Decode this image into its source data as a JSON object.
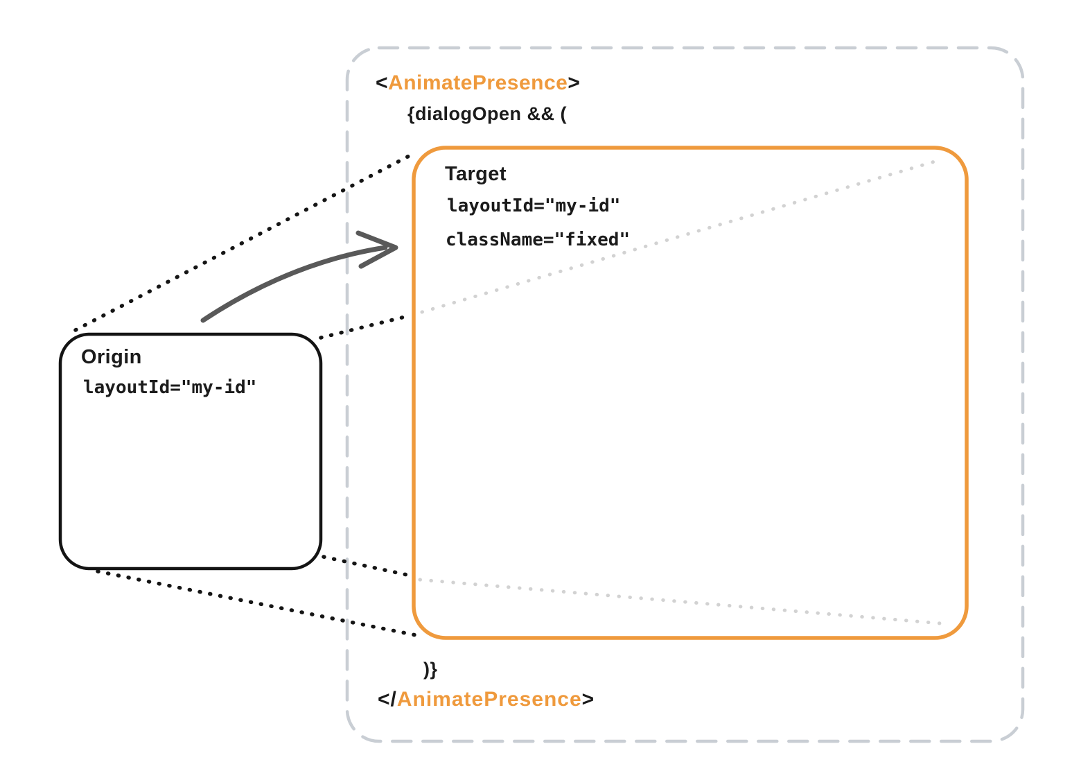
{
  "code": {
    "open_tag": {
      "lt": "<",
      "name": "AnimatePresence",
      "gt": ">"
    },
    "close_tag": {
      "lt": "</",
      "name": "AnimatePresence",
      "gt": ">"
    },
    "conditional_open": "{dialogOpen && (",
    "conditional_close": ")}"
  },
  "origin_box": {
    "title": "Origin",
    "props": [
      "layoutId=\"my-id\""
    ]
  },
  "target_box": {
    "title": "Target",
    "props": [
      "layoutId=\"my-id\"",
      "className=\"fixed\""
    ]
  },
  "colors": {
    "accent_orange": "#EF9A3D",
    "ink_black": "#1B1B1B",
    "container_dash_gray": "#C9CED4",
    "occluded_dot_gray": "#D2D2D2",
    "arrow_gray": "#595959"
  }
}
